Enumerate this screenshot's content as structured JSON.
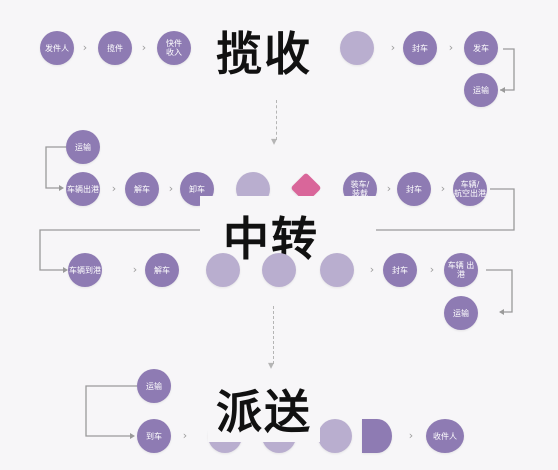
{
  "stages": {
    "pickup": "揽收",
    "transfer": "中转",
    "delivery": "派送"
  },
  "colors": {
    "node": "#8e7bb3",
    "node_faded": "#b9aecf",
    "diamond": "#d9669a",
    "line": "#9a9a9a"
  },
  "pickup_row": [
    "发件人",
    "揽件",
    "快件\n收入",
    "",
    "",
    "封车",
    "发车"
  ],
  "pickup_side": "运输",
  "transfer_row1_side": "运输",
  "transfer_row1": [
    "车辆出港",
    "解车",
    "卸车",
    "",
    "",
    "装车/\n装载",
    "封车",
    "车辆/\n航空出港"
  ],
  "transfer_row2": [
    "车辆到港",
    "解车",
    "",
    "",
    "",
    "封车",
    "车辆 出港"
  ],
  "transfer_row2_side": "运输",
  "delivery_side": "运输",
  "delivery_row": [
    "到车",
    "",
    "",
    "",
    "收件人"
  ]
}
